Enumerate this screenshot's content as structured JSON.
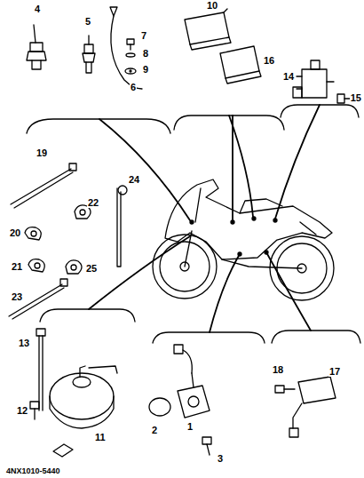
{
  "diagram": {
    "labels": [
      "4",
      "5",
      "7",
      "8",
      "9",
      "6",
      "10",
      "16",
      "14",
      "15",
      "19",
      "24",
      "22",
      "20",
      "21",
      "25",
      "23",
      "13",
      "12",
      "11",
      "2",
      "1",
      "3",
      "18",
      "17",
      "4NX1010-5440"
    ]
  }
}
